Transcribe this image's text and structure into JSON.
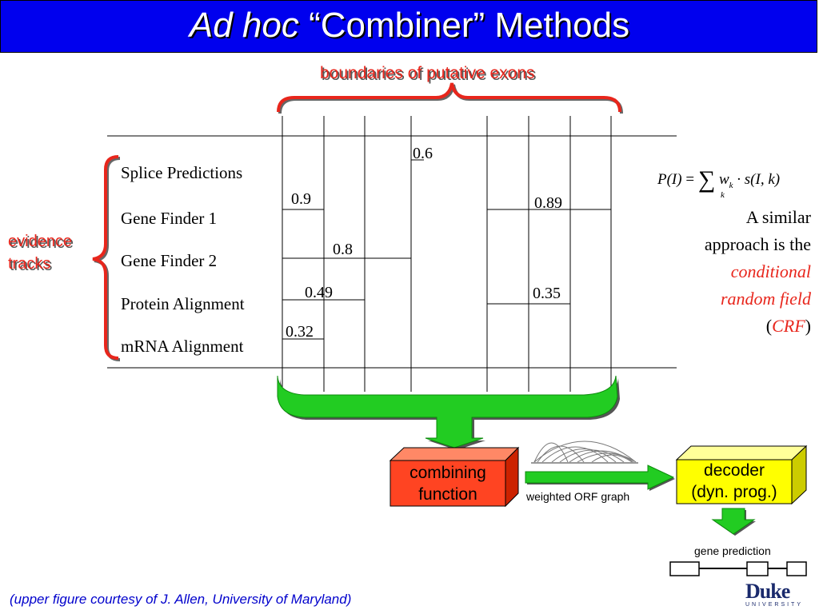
{
  "title": {
    "italic_part": "Ad hoc",
    "rest": "“Combiner” Methods"
  },
  "top_label": "boundaries of putative exons",
  "evidence_label": {
    "line1": "evidence",
    "line2": "tracks"
  },
  "tracks": [
    "Splice Predictions",
    "Gene Finder 1",
    "Gene Finder 2",
    "Protein Alignment",
    "mRNA Alignment"
  ],
  "scores": {
    "s1": "0.6",
    "s2": "0.9",
    "s3": "0.89",
    "s4": "0.8",
    "s5": "0.49",
    "s6": "0.35",
    "s7": "0.32"
  },
  "formula": {
    "lhs": "P(I)",
    "eq": "=",
    "sigma": "∑",
    "sub_k": "k",
    "rhs_w": "w",
    "rhs_w_sub": "k",
    "rhs_rest": "· s(I, k)"
  },
  "side_note": {
    "l1": "A similar",
    "l2": "approach is the",
    "l3": "conditional",
    "l4": "random field",
    "l5_open": "(",
    "l5_crf": "CRF",
    "l5_close": ")"
  },
  "combining_box": {
    "line1": "combining",
    "line2": "function"
  },
  "graph_caption": "weighted ORF graph",
  "decoder_box": {
    "line1": "decoder",
    "line2": "(dyn. prog.)"
  },
  "gene_caption": "gene prediction",
  "credit": "(upper figure courtesy of J. Allen, University of Maryland)",
  "logo": {
    "name": "Duke",
    "sub": "UNIVERSITY"
  },
  "colors": {
    "title_bg": "#0000ee",
    "accent_red": "#e8261c",
    "arrow_green": "#22cc22",
    "combining_fill": "#ff4422",
    "decoder_fill": "#ffff00"
  }
}
